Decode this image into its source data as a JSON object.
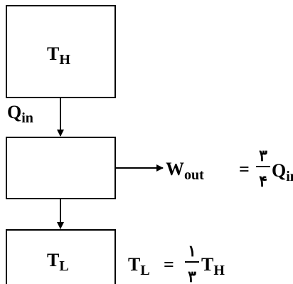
{
  "reservoirs": {
    "hot": {
      "symbol": "T",
      "subscript": "H"
    },
    "cold": {
      "symbol": "T",
      "subscript": "L"
    }
  },
  "heat_in": {
    "symbol": "Q",
    "subscript": "in"
  },
  "work_out": {
    "symbol": "W",
    "subscript": "out",
    "equals": "=",
    "fraction": {
      "numerator": "٣",
      "denominator": "۴"
    },
    "q_symbol": "Q",
    "q_subscript": "in"
  },
  "cold_relation": {
    "lhs_symbol": "T",
    "lhs_subscript": "L",
    "equals": "=",
    "fraction": {
      "numerator": "١",
      "denominator": "٣"
    },
    "rhs_symbol": "T",
    "rhs_subscript": "H"
  }
}
